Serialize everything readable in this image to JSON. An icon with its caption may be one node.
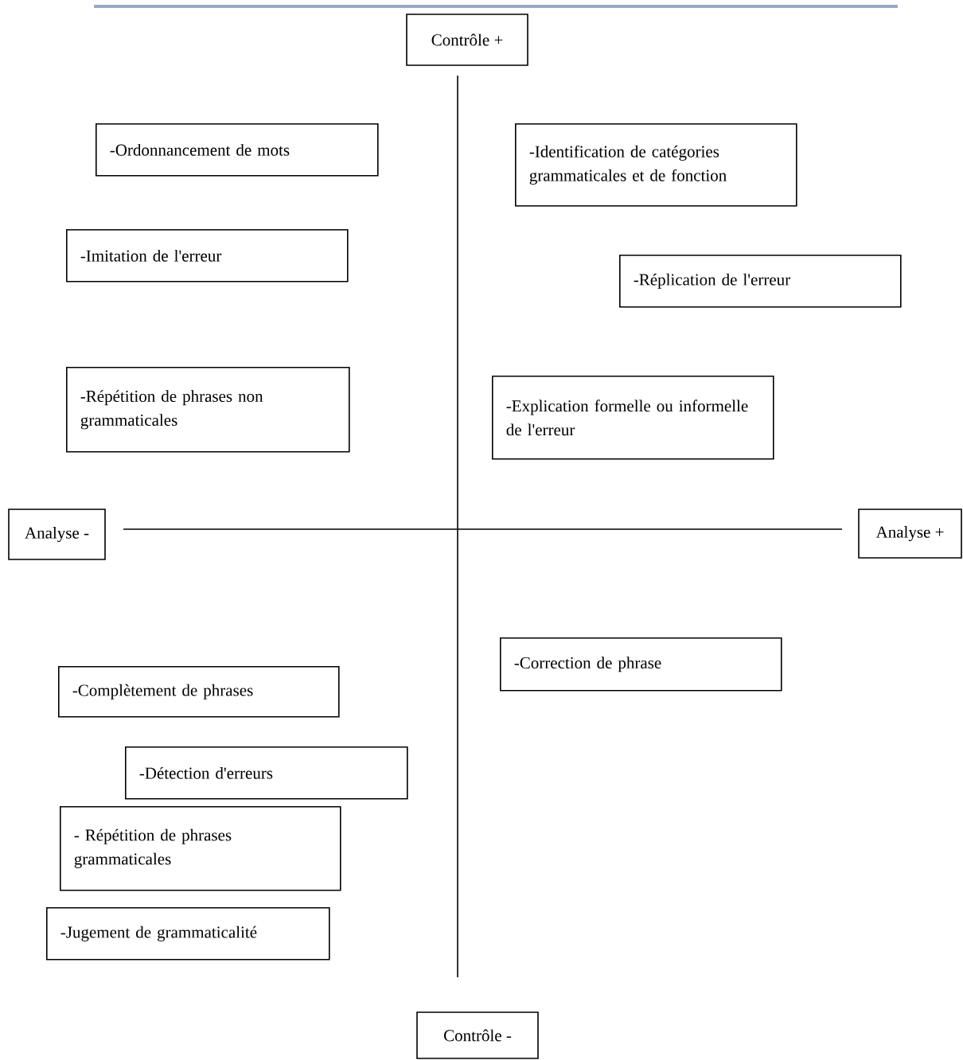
{
  "diagram": {
    "nodes": [
      {
        "text": [
          "Contrôle +"
        ]
      },
      {
        "text": [
          "-Ordonnancement de mots"
        ]
      },
      {
        "text": [
          "-Identification de catégories grammaticales et de fonction"
        ]
      },
      {
        "text": [
          "-Imitation de l'erreur"
        ]
      },
      {
        "text": [
          "-Réplication de l'erreur"
        ]
      },
      {
        "text": [
          "-Répétition de phrases non grammaticales"
        ]
      },
      {
        "text": [
          "-Explication formelle ou informelle de l'erreur"
        ]
      },
      {
        "text": [
          "Analyse -"
        ]
      },
      {
        "text": [
          "Analyse +"
        ]
      },
      {
        "text": [
          "-Correction de phrase"
        ]
      },
      {
        "text": [
          "-Complètement de phrases"
        ]
      },
      {
        "text": [
          "-Détection d'erreurs"
        ]
      },
      {
        "text": [
          "- Répétition de phrases grammaticales"
        ]
      },
      {
        "text": [
          "-Jugement de grammaticalité"
        ]
      },
      {
        "text": [
          "Contrôle -"
        ]
      }
    ]
  }
}
